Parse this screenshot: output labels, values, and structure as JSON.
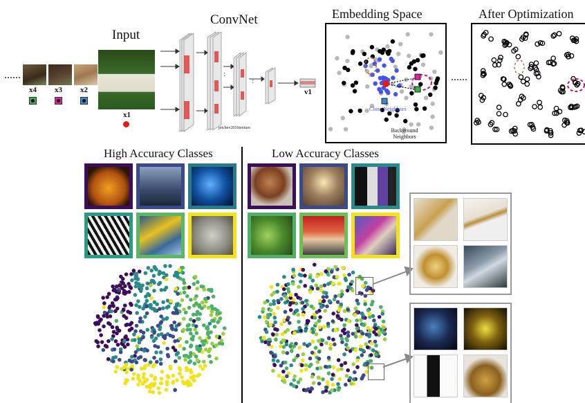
{
  "top": {
    "input_title": "Input",
    "convnet_title": "ConvNet",
    "embedding_title": "Embedding Space",
    "after_title": "After Optimization",
    "ellipsis_left": "......",
    "ellipsis_mid": "......",
    "ellipsis_in_embedding": "......",
    "x_labels": [
      "x4",
      "x3",
      "x2",
      "x1"
    ],
    "v_label": "v1",
    "convnet_credit": "jetchev2016texture",
    "close_neighbors": "Close Neighbors",
    "background_neighbors": "Background Neighbors"
  },
  "bottom": {
    "high_title": "High Accuracy Classes",
    "low_title": "Low Accuracy Classes"
  },
  "colors": {
    "purple": "#3b0f5c",
    "indigo": "#3c4a8c",
    "teal": "#2a8a8a",
    "green": "#4cb06a",
    "yellow": "#f2e21a",
    "red": "#e41a1c",
    "blue_dots": "#4455ee",
    "magenta": "#c0146e",
    "brown_dash": "#b07040"
  }
}
